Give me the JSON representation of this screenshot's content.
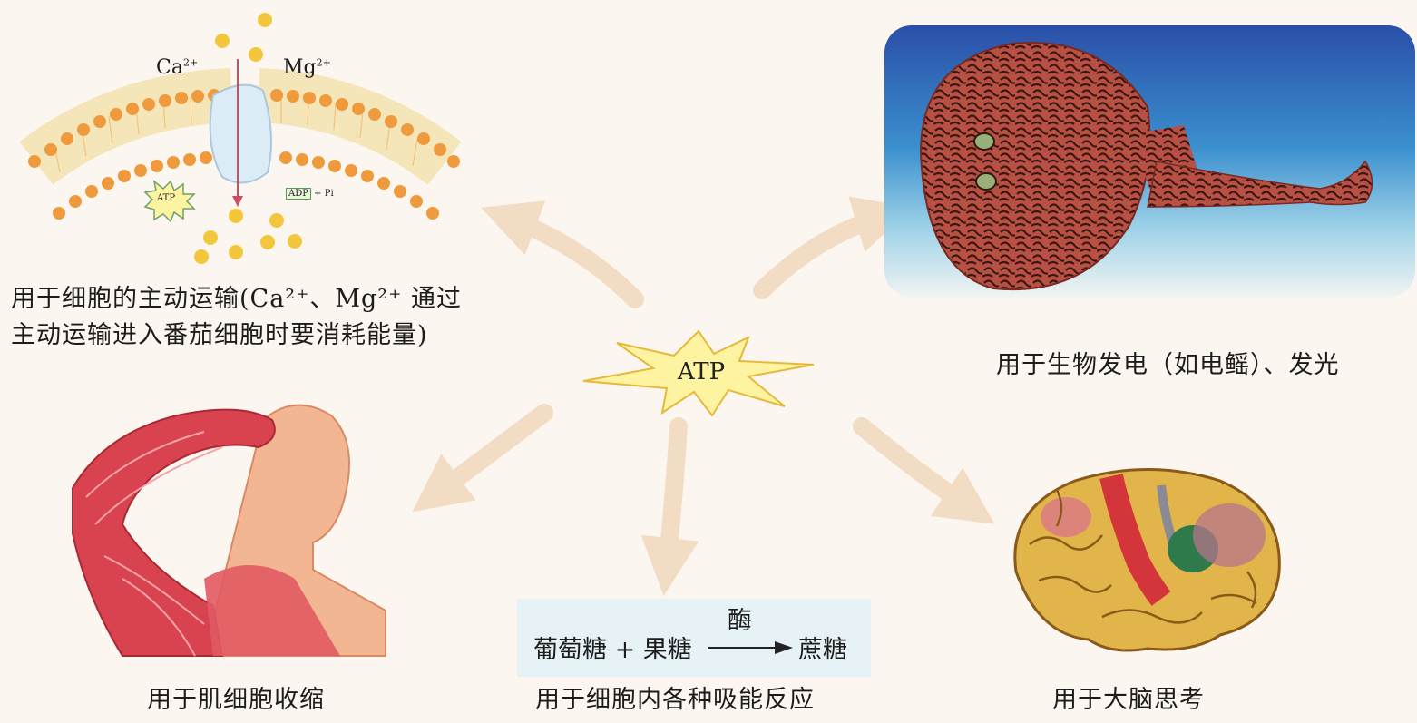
{
  "center": {
    "label": "ATP"
  },
  "membrane": {
    "ion_left": "Ca",
    "ion_left_charge": "2+",
    "ion_right": "Mg",
    "ion_right_charge": "2+",
    "atp_tag": "ATP",
    "adp_tag": "ADP",
    "adp_tail": "+ Pi"
  },
  "captions": {
    "transport_line1": "用于细胞的主动运输(Ca²⁺、Mg²⁺ 通过",
    "transport_line2": "主动运输进入番茄细胞时要消耗能量)",
    "electric": "用于生物发电（如电鳐）、发光",
    "muscle": "用于肌细胞收缩",
    "reactions": "用于细胞内各种吸能反应",
    "brain": "用于大脑思考"
  },
  "equation": {
    "reactants": "葡萄糖 + 果糖",
    "enzyme": "酶",
    "product": "蔗糖"
  },
  "colors": {
    "arrow": "#f3dcc4",
    "star_fill": "#fdf3a0",
    "star_stroke": "#e6b93a",
    "lipid_head": "#ef9a3c",
    "muscle": "#d9424f",
    "skin": "#f2b792",
    "ray_body": "#b0453e",
    "sea": "#2f7fc4",
    "brain": "#e2b54a"
  }
}
